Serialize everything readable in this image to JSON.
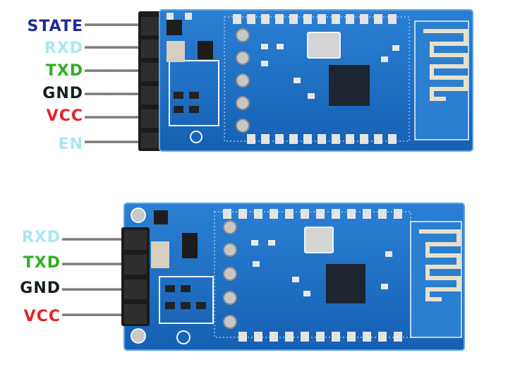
{
  "colors": {
    "pcb": "#1a6fc4",
    "pcb_edge": "#2f86d6",
    "silkscreen": "#eef5ff",
    "pin": "#8c8c8c",
    "header": "#1b1b1b",
    "pad": "#d8d8d8",
    "chip": "#1c2530"
  },
  "module_top": {
    "pins": [
      {
        "label": "STATE",
        "color": "#1f2b9c"
      },
      {
        "label": "RXD",
        "color": "#a9e6f3"
      },
      {
        "label": "TXD",
        "color": "#2fae22"
      },
      {
        "label": "GND",
        "color": "#14211a"
      },
      {
        "label": "VCC",
        "color": "#e2252a"
      },
      {
        "label": "EN",
        "color": "#a9e6f3"
      }
    ]
  },
  "module_bottom": {
    "pins": [
      {
        "label": "RXD",
        "color": "#a9e6f3"
      },
      {
        "label": "TXD",
        "color": "#2fae22"
      },
      {
        "label": "GND",
        "color": "#14211a"
      },
      {
        "label": "VCC",
        "color": "#e2252a"
      }
    ]
  }
}
